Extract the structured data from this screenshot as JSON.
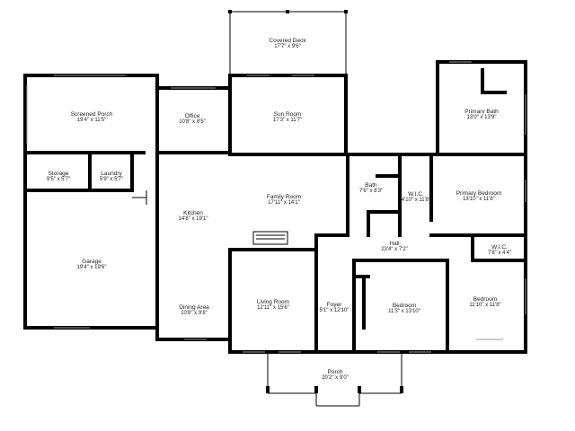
{
  "rooms": [
    {
      "id": "covered-deck",
      "name": "Covered Deck",
      "dims": "17'7\" x 9'6\""
    },
    {
      "id": "screened-porch",
      "name": "Screened Porch",
      "dims": "19'4\" x 11'5\""
    },
    {
      "id": "office",
      "name": "Office",
      "dims": "10'8\" x 8'5\""
    },
    {
      "id": "sun-room",
      "name": "Sun Room",
      "dims": "17'3\" x 11'7\""
    },
    {
      "id": "primary-bath",
      "name": "Primary Bath",
      "dims": "13'0\" x 13'9\""
    },
    {
      "id": "storage",
      "name": "Storage",
      "dims": "9'5\" x 5'7\""
    },
    {
      "id": "laundry",
      "name": "Laundry",
      "dims": "5'9\" x 5'7\""
    },
    {
      "id": "bath",
      "name": "Bath",
      "dims": "7'6\" x 8'3\""
    },
    {
      "id": "wic-1",
      "name": "W.I.C.",
      "dims": "4'10\" x 11'8\""
    },
    {
      "id": "primary-bedroom",
      "name": "Primary Bedroom",
      "dims": "13'10\" x 11'8\""
    },
    {
      "id": "kitchen",
      "name": "Kitchen",
      "dims": "14'8\" x 19'1\""
    },
    {
      "id": "family-room",
      "name": "Family Room",
      "dims": "17'11\" x 14'1\""
    },
    {
      "id": "hall",
      "name": "Hall",
      "dims": "23'4\" x 7'2\""
    },
    {
      "id": "wic-2",
      "name": "W.I.C.",
      "dims": "7'8\" x 4'4\""
    },
    {
      "id": "garage",
      "name": "Garage",
      "dims": "19'4\" x 19'6\""
    },
    {
      "id": "living-room",
      "name": "Living Room",
      "dims": "12'11\" x 15'6\""
    },
    {
      "id": "foyer",
      "name": "Foyer",
      "dims": "5'1\" x 12'10\""
    },
    {
      "id": "bedroom-1",
      "name": "Bedroom",
      "dims": "11'3\" x 13'10\""
    },
    {
      "id": "bedroom-2",
      "name": "Bedroom",
      "dims": "11'10\" x 11'8\""
    },
    {
      "id": "dining-area",
      "name": "Dining Area",
      "dims": "10'8\" x 9'8\""
    },
    {
      "id": "porch",
      "name": "Porch",
      "dims": "20'2\" x 9'0\""
    }
  ]
}
